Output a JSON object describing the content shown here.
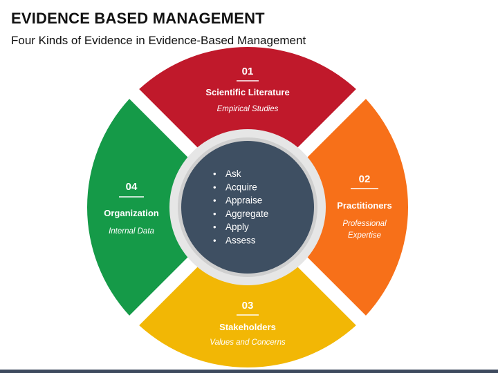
{
  "title": "EVIDENCE BASED MANAGEMENT",
  "subtitle": "Four Kinds of Evidence in Evidence-Based Management",
  "colors": {
    "top": "#c0192b",
    "right": "#f77019",
    "bottom": "#f2b705",
    "left": "#159a48",
    "center": "#3e4f62",
    "ring": "#e6e6e6",
    "bottom_bar": "#3e4a5e"
  },
  "segments": [
    {
      "id": "top",
      "number": "01",
      "title": "Scientific Literature",
      "subtitle": "Empirical Studies"
    },
    {
      "id": "right",
      "number": "02",
      "title": "Practitioners",
      "subtitle": "Professional\nExpertise"
    },
    {
      "id": "bottom",
      "number": "03",
      "title": "Stakeholders",
      "subtitle": "Values and Concerns"
    },
    {
      "id": "left",
      "number": "04",
      "title": "Organization",
      "subtitle": "Internal Data"
    }
  ],
  "center_items": [
    "Ask",
    "Acquire",
    "Appraise",
    "Aggregate",
    "Apply",
    "Assess"
  ]
}
